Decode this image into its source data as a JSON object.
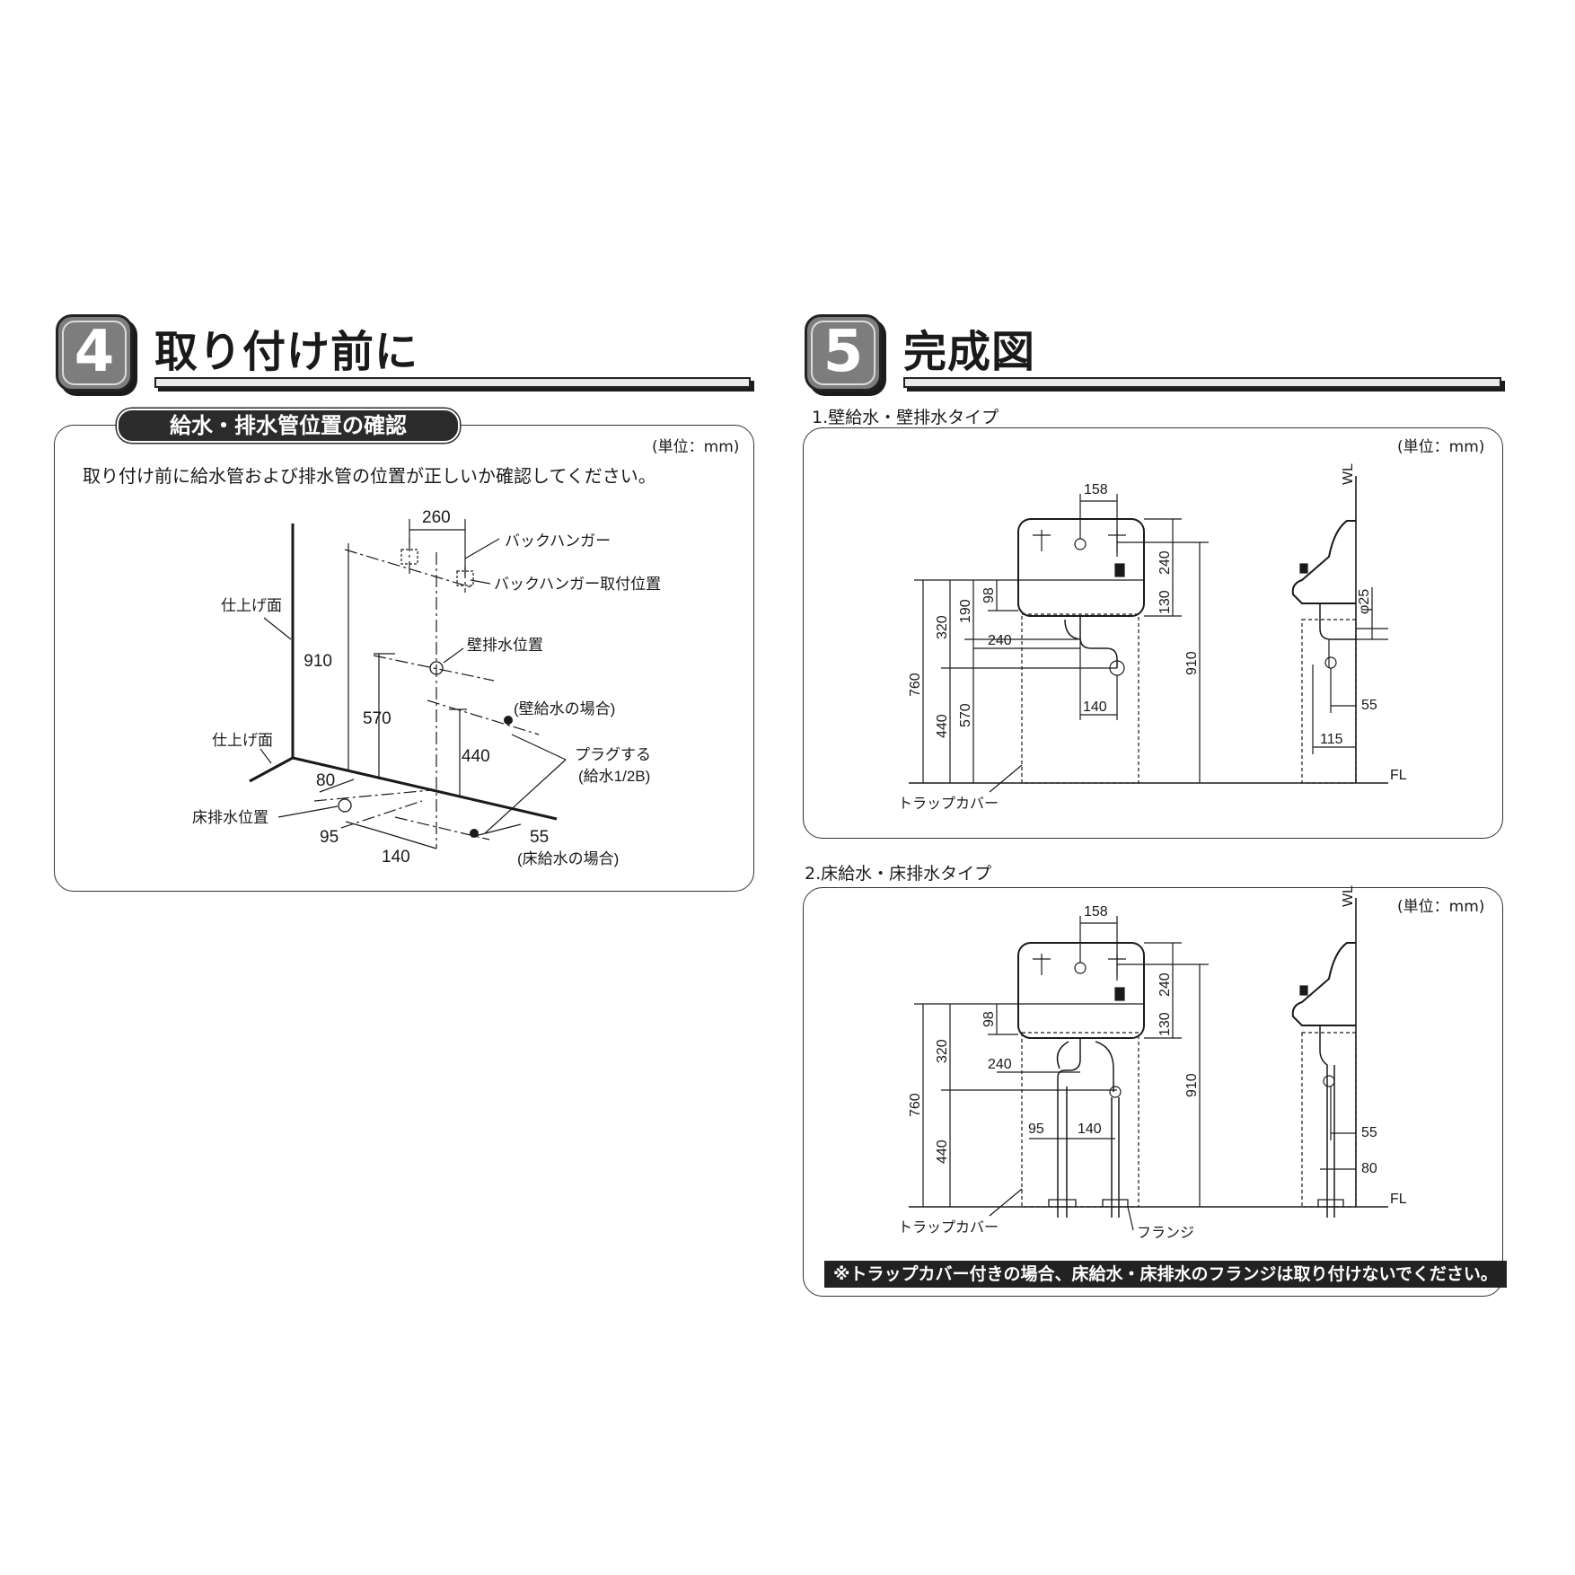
{
  "section4": {
    "number": "4",
    "title": "取り付け前に",
    "pill": "給水・排水管位置の確認",
    "unit": "(単位：mm)",
    "instruction": "取り付け前に給水管および排水管の位置が正しいか確認してください。",
    "labels": {
      "back_hanger": "バックハンガー",
      "back_hanger_pos": "バックハンガー取付位置",
      "wall_drain": "壁排水位置",
      "wall_supply": "(壁給水の場合)",
      "plug": "プラグする",
      "plug_sub": "(給水1/2B)",
      "floor_drain": "床排水位置",
      "floor_supply": "(床給水の場合)",
      "finish_wall": "仕上げ面",
      "finish_floor": "仕上げ面"
    },
    "dims": {
      "d260": "260",
      "d910": "910",
      "d570": "570",
      "d440": "440",
      "d80": "80",
      "d95": "95",
      "d140": "140",
      "d55": "55"
    }
  },
  "section5": {
    "number": "5",
    "title": "完成図",
    "unit": "(単位：mm)",
    "type1": {
      "subtitle": "1.壁給水・壁排水タイプ",
      "dims": {
        "d158": "158",
        "d240v": "240",
        "d130": "130",
        "d98": "98",
        "d190": "190",
        "d320": "320",
        "d240h": "240",
        "d760": "760",
        "d440": "440",
        "d570": "570",
        "d140": "140",
        "d910": "910",
        "phi25": "φ25",
        "d55": "55",
        "d115": "115"
      },
      "labels": {
        "trap_cover": "トラップカバー",
        "wl": "WL",
        "fl": "FL"
      }
    },
    "type2": {
      "subtitle": "2.床給水・床排水タイプ",
      "dims": {
        "d158": "158",
        "d240v": "240",
        "d130": "130",
        "d98": "98",
        "d320": "320",
        "d240h": "240",
        "d760": "760",
        "d440": "440",
        "d95": "95",
        "d140": "140",
        "d910": "910",
        "d55": "55",
        "d80": "80"
      },
      "labels": {
        "trap_cover": "トラップカバー",
        "flange": "フランジ",
        "wl": "WL",
        "fl": "FL"
      },
      "note": "※トラップカバー付きの場合、床給水・床排水のフランジは取り付けないでください。"
    }
  }
}
